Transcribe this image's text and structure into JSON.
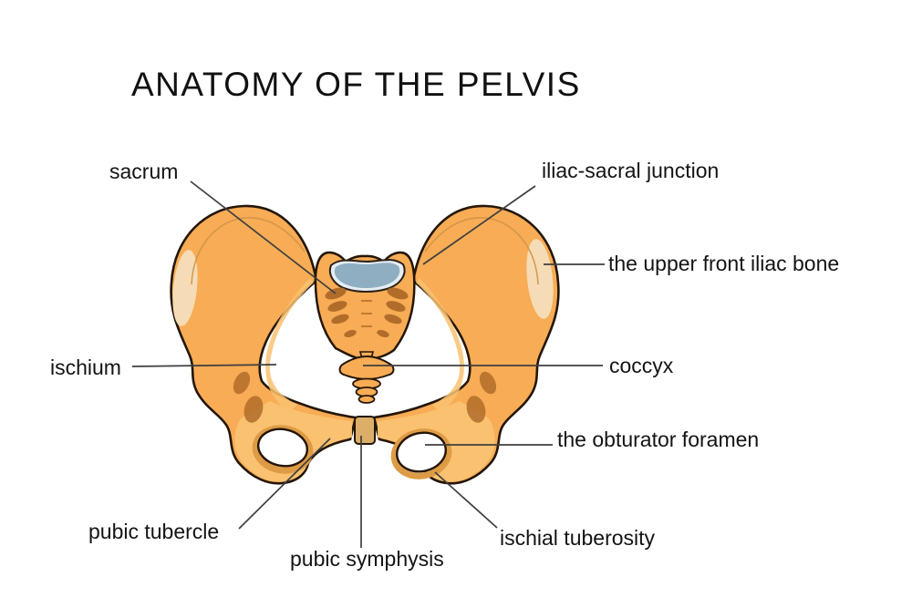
{
  "title": "ANATOMY OF THE PELVIS",
  "labels": {
    "sacrum": "sacrum",
    "iliac_sacral_junction": "iliac-sacral junction",
    "upper_front_iliac_bone": "the upper front iliac bone",
    "ischium": "ischium",
    "coccyx": "coccyx",
    "obturator_foramen": "the obturator foramen",
    "pubic_tubercle": "pubic tubercle",
    "pubic_symphysis": "pubic symphysis",
    "ischial_tuberosity": "ischial tuberosity"
  },
  "colors": {
    "background": "#FFFFFF",
    "bone_main": "#F7AC55",
    "bone_light": "#F9C272",
    "bone_pale": "#F5DCB6",
    "bone_shadow": "#B26C2A",
    "bone_ring_shade": "#DE9B45",
    "outline": "#241607",
    "cartilage_blue": "#8FAEC2",
    "cartilage_blue_rim": "#E6EEF3",
    "symphysis_tan": "#DCAE67",
    "leader_line": "#3F3F3F",
    "text": "#141414"
  }
}
